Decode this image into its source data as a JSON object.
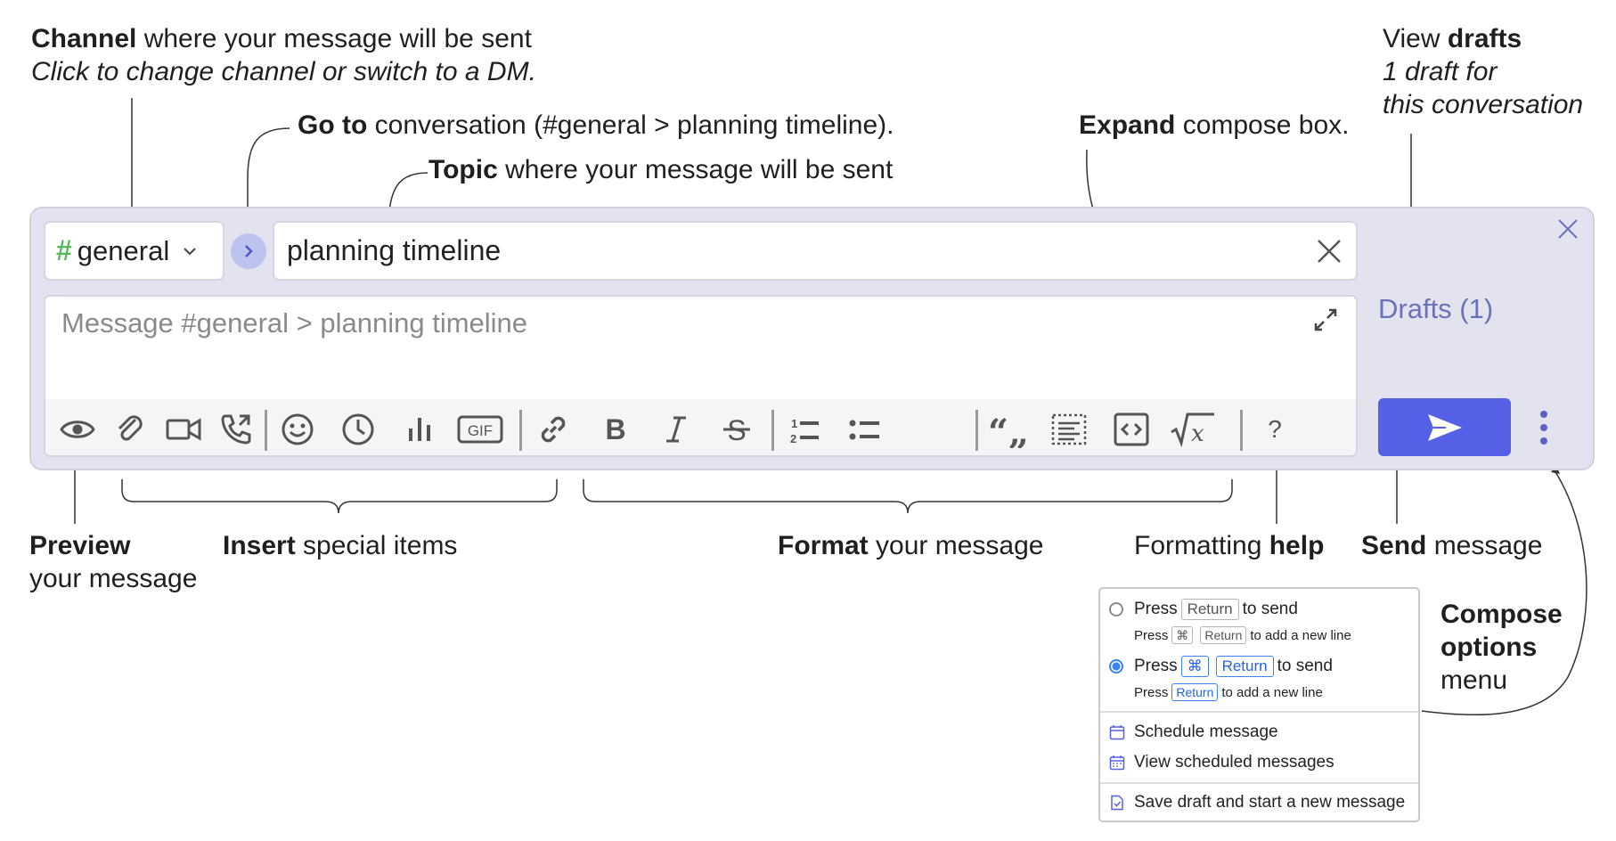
{
  "annotations": {
    "channel": {
      "bold": "Channel",
      "rest": " where your message will be sent",
      "italic": "Click to change channel or switch to a DM."
    },
    "goto": {
      "bold": "Go to",
      "rest": " conversation (#general > planning timeline)."
    },
    "topic": {
      "bold": "Topic",
      "rest": " where your message will be sent"
    },
    "expand": {
      "bold": "Expand",
      "rest": " compose box."
    },
    "drafts": {
      "pre": "View ",
      "bold": "drafts",
      "italic1": "1 draft for",
      "italic2": "this conversation"
    },
    "preview": {
      "bold": "Preview",
      "rest": "your message"
    },
    "insert": {
      "bold": "Insert",
      "rest": " special items"
    },
    "format": {
      "bold": "Format",
      "rest": " your message"
    },
    "help": {
      "pre": "Formatting ",
      "bold": "help"
    },
    "send": {
      "bold": "Send",
      "rest": " message"
    },
    "options": {
      "line1": "Compose",
      "line2": "options",
      "line3": "menu"
    }
  },
  "compose": {
    "channel": "general",
    "topic": "planning timeline",
    "placeholder": "Message #general > planning timeline",
    "drafts_label": "Drafts (1)",
    "help_label": "?"
  },
  "toolbar_icons": [
    "eye-icon",
    "paperclip-icon",
    "video-icon",
    "phone-icon",
    "smile-icon",
    "clock-icon",
    "poll-icon",
    "gif-icon",
    "link-icon",
    "bold-icon",
    "italic-icon",
    "strikethrough-icon",
    "numbered-list-icon",
    "bullet-list-icon",
    "quote-icon",
    "spoiler-icon",
    "code-icon",
    "math-icon",
    "help-icon"
  ],
  "menu": {
    "opt1_press": "Press",
    "opt1_key": "Return",
    "opt1_send": "to send",
    "opt1_sub_press": "Press",
    "opt1_sub_key1": "⌘",
    "opt1_sub_key2": "Return",
    "opt1_sub_rest": "to add a new line",
    "opt2_press": "Press",
    "opt2_key1": "⌘",
    "opt2_key2": "Return",
    "opt2_send": "to send",
    "opt2_sub_press": "Press",
    "opt2_sub_key": "Return",
    "opt2_sub_rest": "to add a new line",
    "schedule": "Schedule message",
    "view_scheduled": "View scheduled messages",
    "save_draft": "Save draft and start a new message"
  },
  "colors": {
    "accent": "#5660e6",
    "compose_bg": "#e2e3ef",
    "drafts": "#6a72b8",
    "hash": "#5cb85c"
  }
}
